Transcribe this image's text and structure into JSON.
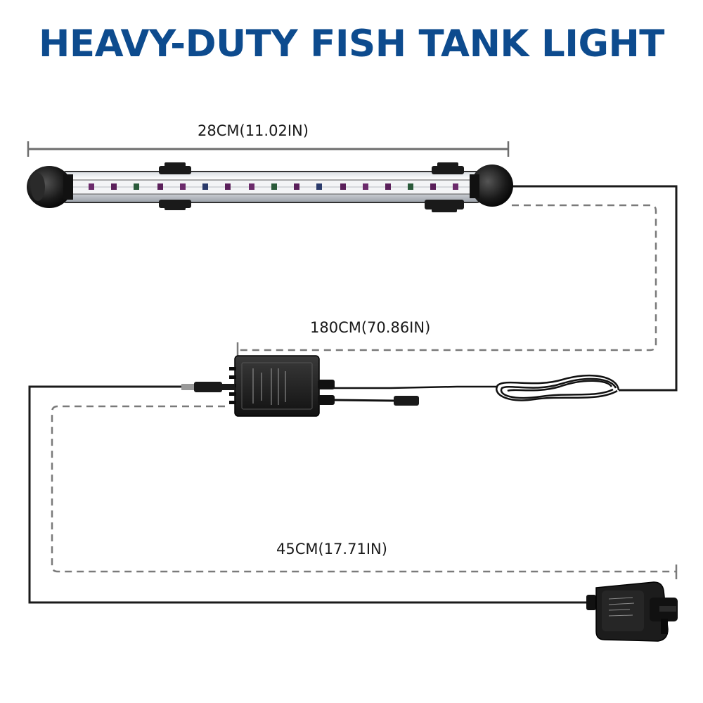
{
  "title": "HEAVY-DUTY FISH TANK LIGHT",
  "dimensions": {
    "light_length": "28CM(11.02IN)",
    "cable_to_controller": "180CM(70.86IN)",
    "cable_to_adapter": "45CM(17.71IN)"
  },
  "colors": {
    "title": "#0d4b8e",
    "device_body": "#1c1c1c",
    "cable": "#1a1a1a",
    "dashed_guide": "#7a7a7a"
  }
}
